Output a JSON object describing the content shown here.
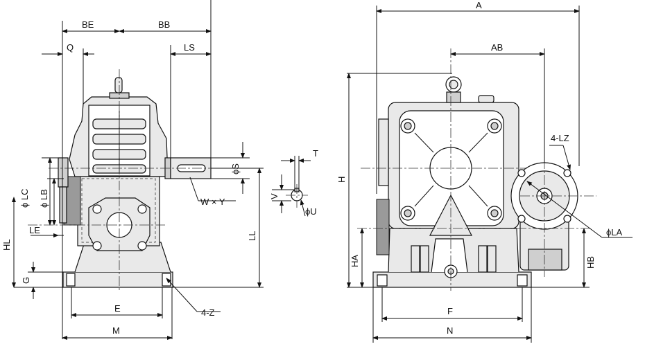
{
  "side_view": {
    "labels": {
      "be": "BE",
      "bb": "BB",
      "q": "Q",
      "ls": "LS",
      "lc": "ϕ LC",
      "lb": "ϕ LB",
      "le": "LE",
      "hl": "HL",
      "g": "G",
      "s": "ϕS",
      "w_y": "W × Y",
      "ll": "LL",
      "e": "E",
      "m": "M",
      "z": "4-Z"
    }
  },
  "key_detail": {
    "labels": {
      "t": "T",
      "v": "V",
      "u": "ϕU"
    }
  },
  "front_view": {
    "labels": {
      "a": "A",
      "ab": "AB",
      "h": "H",
      "lz": "4-LZ",
      "la": "ϕLA",
      "ha": "HA",
      "hb": "HB",
      "f": "F",
      "n": "N"
    }
  }
}
